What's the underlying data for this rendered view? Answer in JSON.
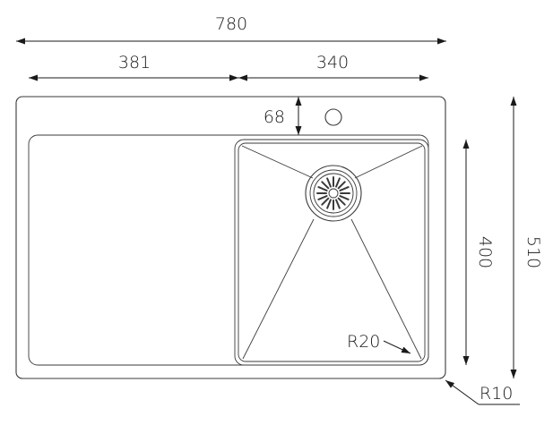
{
  "dimensions": {
    "overall_width": "780",
    "left_width": "381",
    "right_width": "340",
    "tap_offset": "68",
    "bowl_height": "400",
    "overall_height": "510",
    "inner_radius": "R20",
    "outer_radius": "R10"
  },
  "colors": {
    "line": "#3a3a3a",
    "text": "#1a1a1a",
    "background": "#ffffff"
  }
}
